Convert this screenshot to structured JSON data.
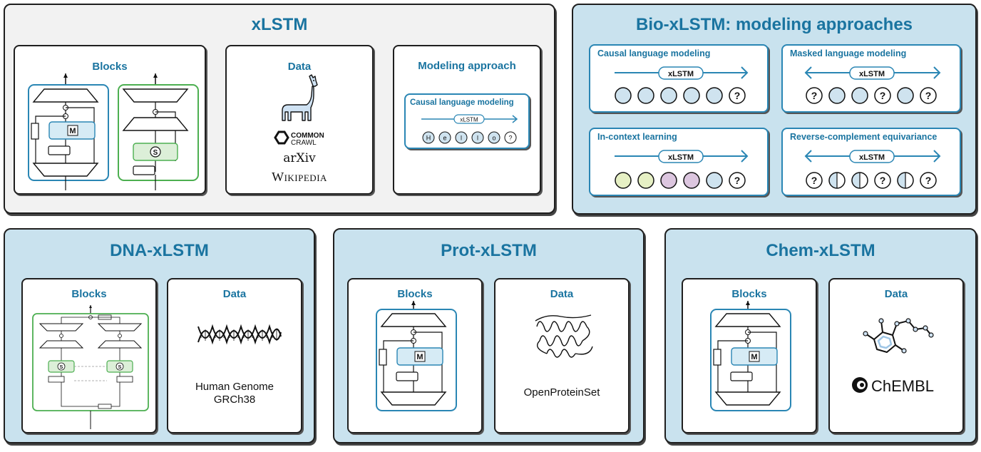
{
  "xlstm": {
    "title": "xLSTM",
    "blocks_title": "Blocks",
    "data_title": "Data",
    "modeling_title": "Modeling approach",
    "modeling_card_title": "Causal language modeling",
    "xlstm_tag": "xLSTM",
    "hello_tokens": [
      "H",
      "e",
      "l",
      "l",
      "o",
      "?"
    ],
    "block_m_label": "M",
    "block_s_label": "S",
    "sources": {
      "commoncrawl_line1": "COMMON",
      "commoncrawl_line2": "CRAWL",
      "arxiv": "arXiv",
      "wikipedia": "Wikipedia"
    }
  },
  "bio": {
    "title": "Bio-xLSTM: modeling approaches",
    "xlstm_tag": "xLSTM",
    "question_mark": "?",
    "cards": [
      {
        "title": "Causal language modeling"
      },
      {
        "title": "Masked language modeling"
      },
      {
        "title": "In-context learning"
      },
      {
        "title": "Reverse-complement equivariance"
      }
    ]
  },
  "dna": {
    "title": "DNA-xLSTM",
    "blocks_title": "Blocks",
    "data_title": "Data",
    "data_line1": "Human Genome",
    "data_line2": "GRCh38",
    "block_s_label": "S"
  },
  "prot": {
    "title": "Prot-xLSTM",
    "blocks_title": "Blocks",
    "data_title": "Data",
    "data_line1": "OpenProteinSet",
    "block_m_label": "M"
  },
  "chem": {
    "title": "Chem-xLSTM",
    "blocks_title": "Blocks",
    "data_title": "Data",
    "chembl": "ChEMBL",
    "block_m_label": "M"
  },
  "colors": {
    "accent": "#1a74a0",
    "panel_blue": "#c9e2ee",
    "panel_grey": "#f2f2f2",
    "mlstm_block": "#2a86b4",
    "slstm_block": "#4caf50",
    "token_blue": "#cfe3ef",
    "token_yellow": "#e6f0c4",
    "token_pink": "#dcc6df"
  }
}
